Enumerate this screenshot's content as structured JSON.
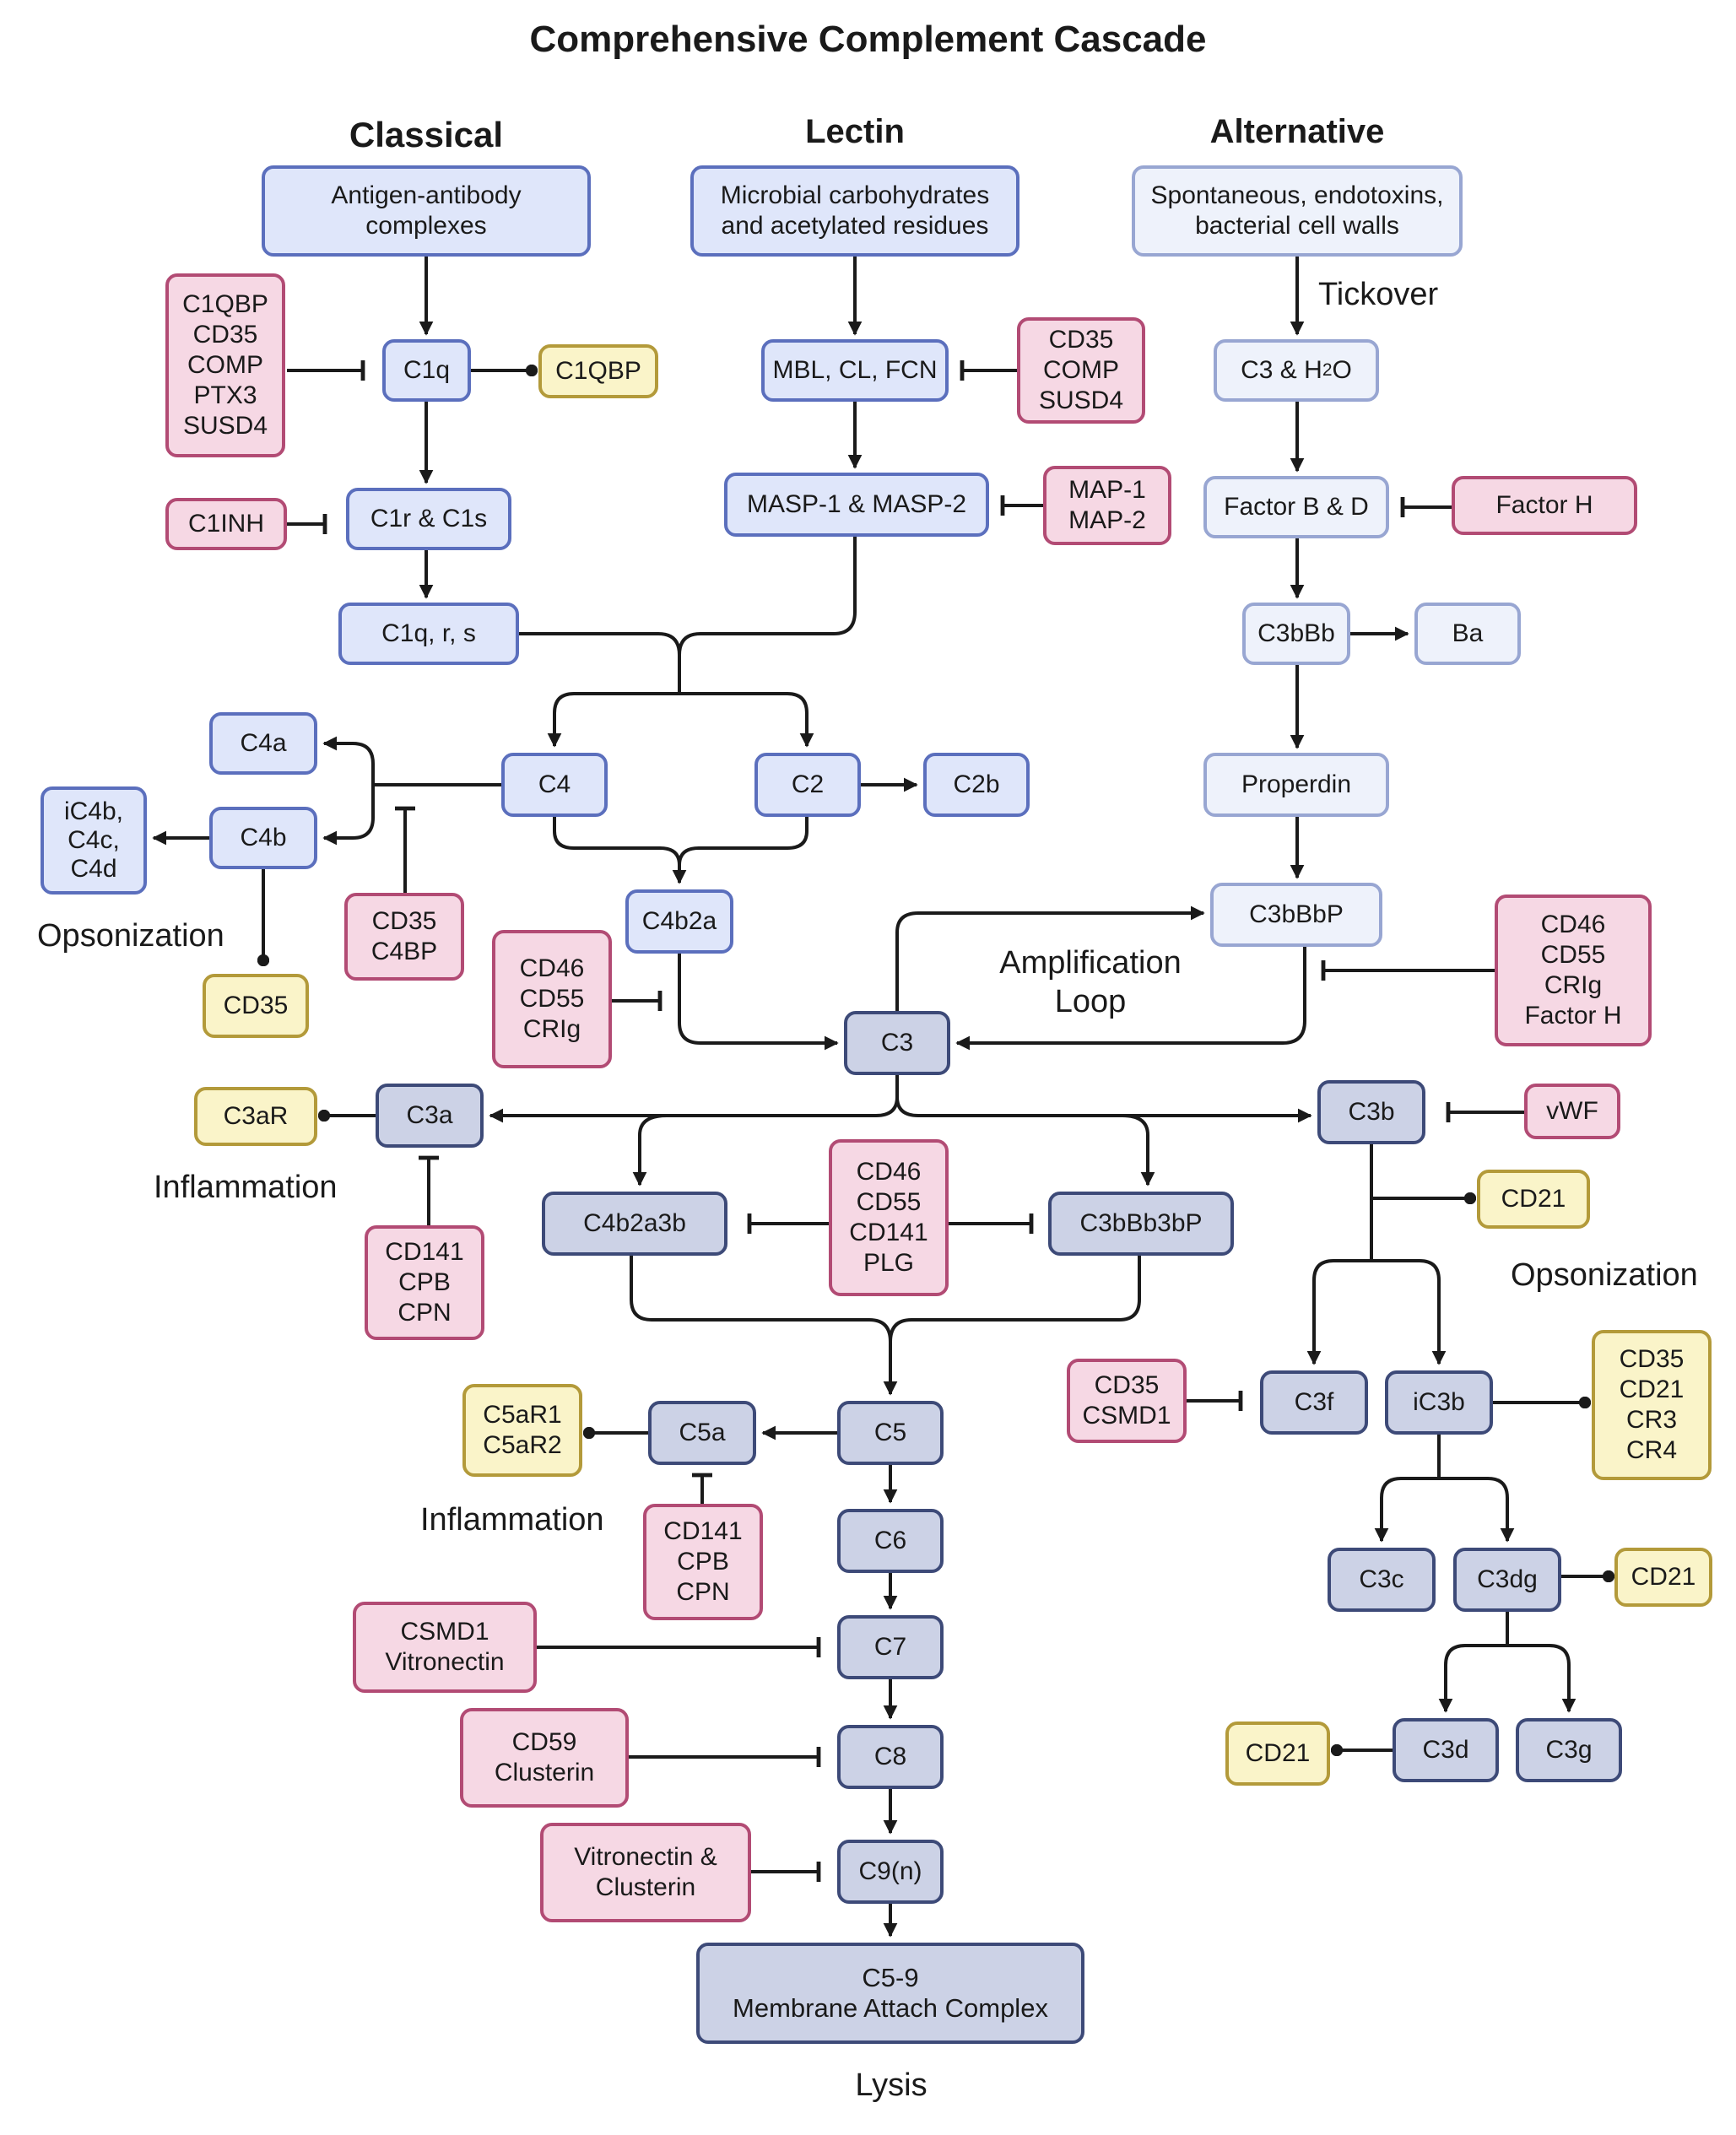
{
  "title": "Comprehensive Complement Cascade",
  "pathways": {
    "classical": "Classical",
    "lectin": "Lectin",
    "alternative": "Alternative"
  },
  "labels": {
    "tickover": "Tickover",
    "opsonization_left": "Opsonization",
    "amplification": "Amplification\nLoop",
    "inflammation_1": "Inflammation",
    "inflammation_2": "Inflammation",
    "opsonization_right": "Opsonization",
    "lysis": "Lysis"
  },
  "nodes": {
    "antigen": "Antigen-antibody\ncomplexes",
    "microbial": "Microbial carbohydrates\nand acetylated residues",
    "spontaneous": "Spontaneous, endotoxins,\nbacterial cell walls",
    "c1q": "C1q",
    "c1qbp_inh": "C1QBP\nCD35\nCOMP\nPTX3\nSUSD4",
    "c1qbp_rec": "C1QBP",
    "mbl": "MBL, CL, FCN",
    "cd35_comp_susd4": "CD35\nCOMP\nSUSD4",
    "c3h2o_pre": "C3 & H",
    "c3h2o_sub": "2",
    "c3h2o_post": "O",
    "c1inh": "C1INH",
    "c1r_c1s": "C1r & C1s",
    "masp": "MASP-1 & MASP-2",
    "map": "MAP-1\nMAP-2",
    "factor_bd": "Factor B & D",
    "factor_h": "Factor H",
    "c1qrs": "C1q, r, s",
    "c3bbb": "C3bBb",
    "ba": "Ba",
    "c4a": "C4a",
    "c4": "C4",
    "c2": "C2",
    "c2b": "C2b",
    "properdin": "Properdin",
    "ic4b": "iC4b,\nC4c,\nC4d",
    "c4b": "C4b",
    "cd35_c4bp": "CD35\nC4BP",
    "c4b2a": "C4b2a",
    "c3bbbp": "C3bBbP",
    "cd46_right": "CD46\nCD55\nCRIg\nFactor H",
    "cd35_rec": "CD35",
    "cd46_left": "CD46\nCD55\nCRIg",
    "c3": "C3",
    "c3ar": "C3aR",
    "c3a": "C3a",
    "c3b": "C3b",
    "vwf": "vWF",
    "cd21_a": "CD21",
    "c4b2a3b": "C4b2a3b",
    "cd46_mid": "CD46\nCD55\nCD141\nPLG",
    "c3bbb3bp": "C3bBb3bP",
    "cd141_a": "CD141\nCPB\nCPN",
    "c5ar": "C5aR1\nC5aR2",
    "c5a": "C5a",
    "c5": "C5",
    "cd35_csmd1": "CD35\nCSMD1",
    "c3f": "C3f",
    "ic3b": "iC3b",
    "cd35_cr": "CD35\nCD21\nCR3\nCR4",
    "c6": "C6",
    "cd141_b": "CD141\nCPB\nCPN",
    "c3c": "C3c",
    "c3dg": "C3dg",
    "cd21_b": "CD21",
    "csmd1_vitro": "CSMD1\nVitronectin",
    "c7": "C7",
    "c8": "C8",
    "cd59": "CD59\nClusterin",
    "cd21_c": "CD21",
    "c3d": "C3d",
    "c3g": "C3g",
    "vitro_clus": "Vitronectin &\nClusterin",
    "c9n": "C9(n)",
    "mac": "C5-9\nMembrane Attach Complex"
  }
}
